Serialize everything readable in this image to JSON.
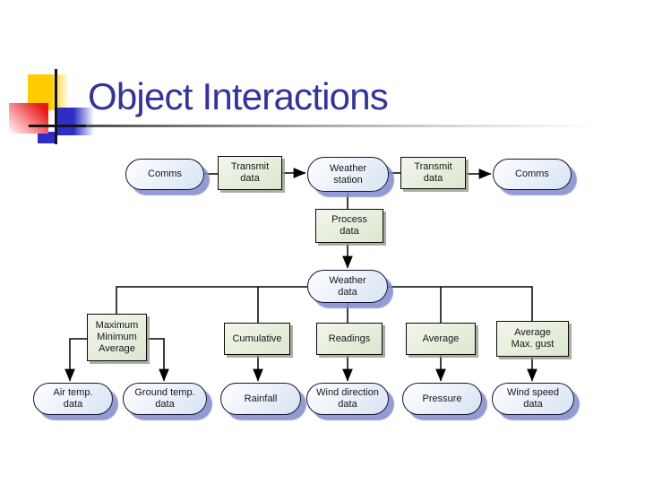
{
  "header": {
    "title": "Object Interactions"
  },
  "diagram": {
    "objects": [
      {
        "id": "comms-left",
        "label": "Comms"
      },
      {
        "id": "weather-station",
        "label": "Weather\nstation"
      },
      {
        "id": "comms-right",
        "label": "Comms"
      },
      {
        "id": "weather-data",
        "label": "Weather\ndata"
      },
      {
        "id": "air-temp-data",
        "label": "Air temp.\ndata"
      },
      {
        "id": "ground-temp-data",
        "label": "Ground temp.\ndata"
      },
      {
        "id": "rainfall",
        "label": "Rainfall"
      },
      {
        "id": "wind-direction-data",
        "label": "Wind direction\ndata"
      },
      {
        "id": "pressure",
        "label": "Pressure"
      },
      {
        "id": "wind-speed-data",
        "label": "Wind speed\ndata"
      }
    ],
    "operations": [
      {
        "id": "transmit-data-left",
        "label": "Transmit\ndata"
      },
      {
        "id": "transmit-data-right",
        "label": "Transmit\ndata"
      },
      {
        "id": "process-data",
        "label": "Process\ndata"
      },
      {
        "id": "max-min-average",
        "label": "Maximum\nMinimum\nAverage"
      },
      {
        "id": "cumulative",
        "label": "Cumulative"
      },
      {
        "id": "readings",
        "label": "Readings"
      },
      {
        "id": "average",
        "label": "Average"
      },
      {
        "id": "average-max-gust",
        "label": "Average\nMax. gust"
      }
    ]
  },
  "colors": {
    "title_text": "#333399",
    "object_fill": "#e6eefa",
    "object_shadow": "#8f99cf",
    "operation_fill": "#e8efe0",
    "operation_shadow": "#a9ab9f",
    "connector": "#000000",
    "deco_yellow": "#ffcc00",
    "deco_blue": "#2e2ec4",
    "deco_red": "#e81818"
  }
}
